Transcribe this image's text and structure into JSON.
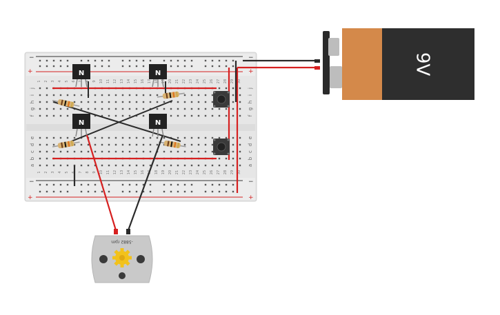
{
  "breadboard": {
    "rail_minus": "−",
    "rail_plus": "+",
    "rows_top": [
      "j",
      "i",
      "h",
      "g",
      "f"
    ],
    "rows_bottom": [
      "e",
      "d",
      "c",
      "b",
      "a"
    ],
    "columns": [
      "1",
      "2",
      "3",
      "4",
      "5",
      "6",
      "7",
      "8",
      "9",
      "10",
      "11",
      "12",
      "13",
      "14",
      "15",
      "16",
      "17",
      "18",
      "19",
      "20",
      "21",
      "22",
      "23",
      "24",
      "25",
      "26",
      "27",
      "28",
      "29",
      "30"
    ]
  },
  "transistors": [
    {
      "label": "N"
    },
    {
      "label": "N"
    },
    {
      "label": "N"
    },
    {
      "label": "N"
    }
  ],
  "battery": {
    "label": "9V"
  },
  "motor": {
    "label": "-5882 rpm"
  },
  "colors": {
    "board": "#e8e8e8",
    "rail_red": "#d42020",
    "wire_red": "#d62020",
    "wire_black": "#2a2a2a",
    "battery_orange": "#d4894a",
    "battery_dark": "#2e2e2e",
    "gear": "#f2c21b"
  }
}
